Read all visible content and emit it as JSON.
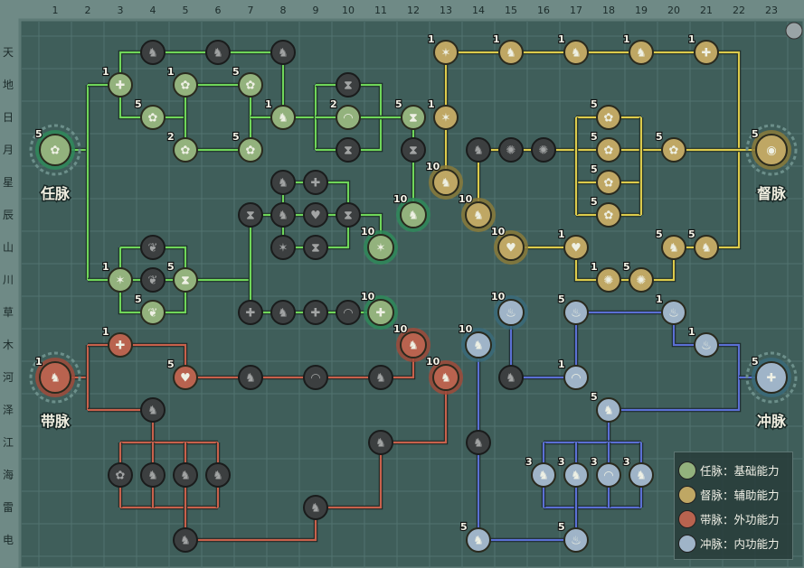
{
  "column_labels": [
    "1",
    "2",
    "3",
    "4",
    "5",
    "6",
    "7",
    "8",
    "9",
    "10",
    "11",
    "12",
    "13",
    "14",
    "15",
    "16",
    "17",
    "18",
    "19",
    "20",
    "21",
    "22",
    "23"
  ],
  "row_labels": [
    "天",
    "地",
    "日",
    "月",
    "星",
    "辰",
    "山",
    "川",
    "草",
    "木",
    "河",
    "泽",
    "江",
    "海",
    "雷",
    "电"
  ],
  "colors": {
    "ren": "#6fd65a",
    "du": "#dccb4c",
    "dai": "#c8614c",
    "chong": "#5b70d4",
    "inactive": "#233a30"
  },
  "meridians": [
    {
      "key": "ren",
      "name": "任脉"
    },
    {
      "key": "du",
      "name": "督脉"
    },
    {
      "key": "dai",
      "name": "带脉"
    },
    {
      "key": "chong",
      "name": "冲脉"
    }
  ],
  "legend": [
    {
      "meridian": "ren",
      "label": "任脉：基础能力",
      "icon": "ren-wheel-icon"
    },
    {
      "meridian": "du",
      "label": "督脉：辅助能力",
      "icon": "du-eye-icon"
    },
    {
      "meridian": "dai",
      "label": "带脉：外功能力",
      "icon": "dai-beast-icon"
    },
    {
      "meridian": "chong",
      "label": "冲脉：内功能力",
      "icon": "chong-flame-icon"
    }
  ],
  "nodes": [
    {
      "m": "ren",
      "level": "5",
      "active": true,
      "icon": "wheel"
    },
    {
      "m": "ren",
      "level": "1",
      "active": true,
      "icon": "plus"
    },
    {
      "m": "ren",
      "level": "1",
      "active": true,
      "icon": "wheel"
    },
    {
      "m": "ren",
      "level": "5",
      "active": true,
      "icon": "wheel"
    },
    {
      "m": "ren",
      "level": "5",
      "active": true,
      "icon": "wheel"
    },
    {
      "m": "ren",
      "level": "2",
      "active": true,
      "icon": "wheel"
    },
    {
      "m": "ren",
      "level": "5",
      "active": true,
      "icon": "wheel"
    },
    {
      "m": "ren",
      "level": "1",
      "active": true,
      "icon": "figure"
    },
    {
      "m": "ren",
      "level": "2",
      "active": true,
      "icon": "ring"
    },
    {
      "m": "ren",
      "level": "5",
      "active": true,
      "icon": "hourglass"
    },
    {
      "m": "ren",
      "level": "10",
      "active": true,
      "icon": "figure"
    },
    {
      "m": "ren",
      "level": "10",
      "active": true,
      "icon": "star"
    },
    {
      "m": "ren",
      "level": "1",
      "active": true,
      "icon": "star"
    },
    {
      "m": "ren",
      "level": "5",
      "active": true,
      "icon": "hourglass"
    },
    {
      "m": "ren",
      "level": "5",
      "active": true,
      "icon": "leaf"
    },
    {
      "m": "ren",
      "level": "10",
      "active": true,
      "icon": "plus"
    },
    {
      "m": "ren",
      "level": "",
      "active": false,
      "icon": "figure"
    },
    {
      "m": "ren",
      "level": "",
      "active": false,
      "icon": "figure"
    },
    {
      "m": "ren",
      "level": "",
      "active": false,
      "icon": "figure"
    },
    {
      "m": "ren",
      "level": "",
      "active": false,
      "icon": "hourglass"
    },
    {
      "m": "ren",
      "level": "",
      "active": false,
      "icon": "hourglass"
    },
    {
      "m": "ren",
      "level": "",
      "active": false,
      "icon": "hourglass"
    },
    {
      "m": "ren",
      "level": "",
      "active": false,
      "icon": "leaf"
    },
    {
      "m": "ren",
      "level": "",
      "active": false,
      "icon": "leaf"
    },
    {
      "m": "ren",
      "level": "",
      "active": false,
      "icon": "hourglass"
    },
    {
      "m": "ren",
      "level": "",
      "active": false,
      "icon": "figure"
    },
    {
      "m": "ren",
      "level": "",
      "active": false,
      "icon": "plus"
    },
    {
      "m": "ren",
      "level": "",
      "active": false,
      "icon": "figure"
    },
    {
      "m": "ren",
      "level": "",
      "active": false,
      "icon": "heart"
    },
    {
      "m": "ren",
      "level": "",
      "active": false,
      "icon": "hourglass"
    },
    {
      "m": "ren",
      "level": "",
      "active": false,
      "icon": "star"
    },
    {
      "m": "ren",
      "level": "",
      "active": false,
      "icon": "hourglass"
    },
    {
      "m": "ren",
      "level": "",
      "active": false,
      "icon": "plus"
    },
    {
      "m": "ren",
      "level": "",
      "active": false,
      "icon": "figure"
    },
    {
      "m": "ren",
      "level": "",
      "active": false,
      "icon": "plus"
    },
    {
      "m": "ren",
      "level": "",
      "active": false,
      "icon": "ring"
    },
    {
      "m": "du",
      "level": "1",
      "active": true,
      "icon": "star"
    },
    {
      "m": "du",
      "level": "1",
      "active": true,
      "icon": "figure"
    },
    {
      "m": "du",
      "level": "1",
      "active": true,
      "icon": "figure"
    },
    {
      "m": "du",
      "level": "1",
      "active": true,
      "icon": "figure"
    },
    {
      "m": "du",
      "level": "1",
      "active": true,
      "icon": "plus"
    },
    {
      "m": "du",
      "level": "1",
      "active": true,
      "icon": "star"
    },
    {
      "m": "du",
      "level": "10",
      "active": true,
      "icon": "figure"
    },
    {
      "m": "du",
      "level": "10",
      "active": true,
      "icon": "figure"
    },
    {
      "m": "du",
      "level": "10",
      "active": true,
      "icon": "heart"
    },
    {
      "m": "du",
      "level": "5",
      "active": true,
      "icon": "wheel"
    },
    {
      "m": "du",
      "level": "5",
      "active": true,
      "icon": "wheel"
    },
    {
      "m": "du",
      "level": "5",
      "active": true,
      "icon": "wheel"
    },
    {
      "m": "du",
      "level": "5",
      "active": true,
      "icon": "wheel"
    },
    {
      "m": "du",
      "level": "5",
      "active": true,
      "icon": "wheel"
    },
    {
      "m": "du",
      "level": "5",
      "active": true,
      "icon": "eye"
    },
    {
      "m": "du",
      "level": "1",
      "active": true,
      "icon": "heart"
    },
    {
      "m": "du",
      "level": "1",
      "active": true,
      "icon": "swirl"
    },
    {
      "m": "du",
      "level": "5",
      "active": true,
      "icon": "swirl"
    },
    {
      "m": "du",
      "level": "5",
      "active": true,
      "icon": "figure"
    },
    {
      "m": "du",
      "level": "5",
      "active": true,
      "icon": "figure"
    },
    {
      "m": "du",
      "level": "",
      "active": false,
      "icon": "figure"
    },
    {
      "m": "du",
      "level": "",
      "active": false,
      "icon": "swirl"
    },
    {
      "m": "du",
      "level": "",
      "active": false,
      "icon": "swirl"
    },
    {
      "m": "dai",
      "level": "1",
      "active": true,
      "icon": "figure"
    },
    {
      "m": "dai",
      "level": "1",
      "active": true,
      "icon": "plus"
    },
    {
      "m": "dai",
      "level": "5",
      "active": true,
      "icon": "heart"
    },
    {
      "m": "dai",
      "level": "10",
      "active": true,
      "icon": "figure"
    },
    {
      "m": "dai",
      "level": "10",
      "active": true,
      "icon": "figure"
    },
    {
      "m": "dai",
      "level": "",
      "active": false,
      "icon": "figure"
    },
    {
      "m": "dai",
      "level": "",
      "active": false,
      "icon": "ring"
    },
    {
      "m": "dai",
      "level": "",
      "active": false,
      "icon": "figure"
    },
    {
      "m": "dai",
      "level": "",
      "active": false,
      "icon": "figure"
    },
    {
      "m": "dai",
      "level": "",
      "active": false,
      "icon": "wheel"
    },
    {
      "m": "dai",
      "level": "",
      "active": false,
      "icon": "figure"
    },
    {
      "m": "dai",
      "level": "",
      "active": false,
      "icon": "figure"
    },
    {
      "m": "dai",
      "level": "",
      "active": false,
      "icon": "figure"
    },
    {
      "m": "dai",
      "level": "",
      "active": false,
      "icon": "figure"
    },
    {
      "m": "dai",
      "level": "",
      "active": false,
      "icon": "figure"
    },
    {
      "m": "dai",
      "level": "",
      "active": false,
      "icon": "figure"
    },
    {
      "m": "chong",
      "level": "10",
      "active": true,
      "icon": "flame"
    },
    {
      "m": "chong",
      "level": "10",
      "active": true,
      "icon": "figure"
    },
    {
      "m": "chong",
      "level": "5",
      "active": true,
      "icon": "flame"
    },
    {
      "m": "chong",
      "level": "1",
      "active": true,
      "icon": "flame"
    },
    {
      "m": "chong",
      "level": "1",
      "active": true,
      "icon": "ring"
    },
    {
      "m": "chong",
      "level": "1",
      "active": true,
      "icon": "flame"
    },
    {
      "m": "chong",
      "level": "5",
      "active": true,
      "icon": "plus"
    },
    {
      "m": "chong",
      "level": "5",
      "active": true,
      "icon": "figure"
    },
    {
      "m": "chong",
      "level": "3",
      "active": true,
      "icon": "figure"
    },
    {
      "m": "chong",
      "level": "3",
      "active": true,
      "icon": "figure"
    },
    {
      "m": "chong",
      "level": "3",
      "active": true,
      "icon": "ring"
    },
    {
      "m": "chong",
      "level": "3",
      "active": true,
      "icon": "figure"
    },
    {
      "m": "chong",
      "level": "5",
      "active": true,
      "icon": "flame"
    },
    {
      "m": "chong",
      "level": "5",
      "active": true,
      "icon": "figure"
    },
    {
      "m": "chong",
      "level": "",
      "active": false,
      "icon": "figure"
    },
    {
      "m": "chong",
      "level": "",
      "active": false,
      "icon": "figure"
    }
  ]
}
